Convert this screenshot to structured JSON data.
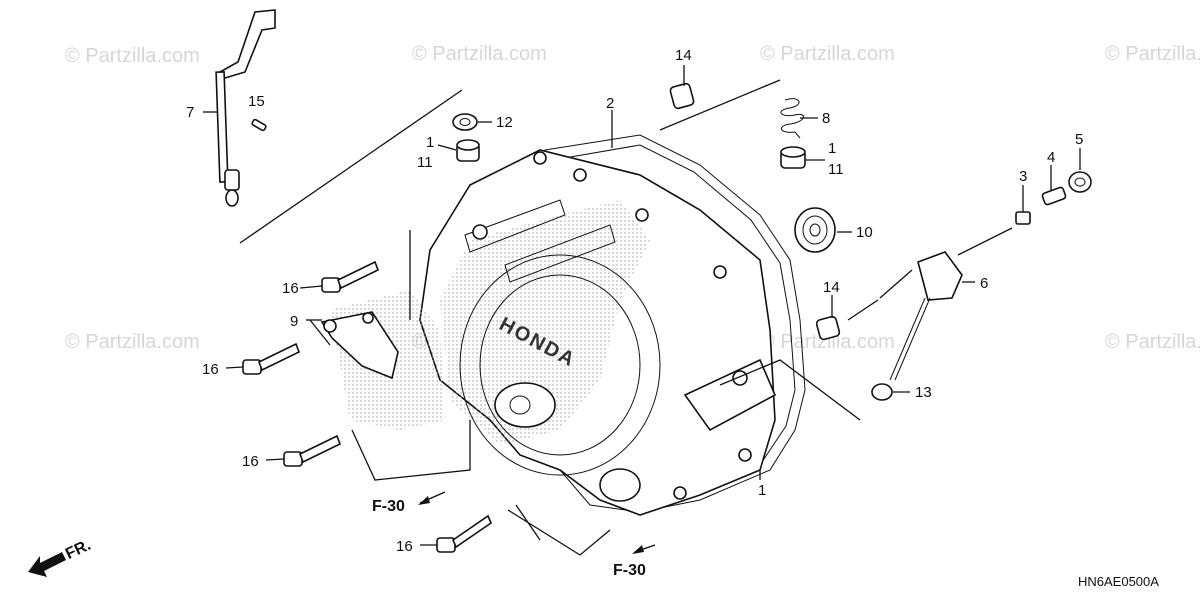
{
  "watermark": {
    "text": "© Partzilla.com"
  },
  "diagram_code": "HN6AE0500A",
  "brand_mark": "HONDA",
  "front_indicator": "FR.",
  "reference_labels": [
    "F-30",
    "F-30"
  ],
  "callouts": [
    "1",
    "1",
    "1",
    "2",
    "3",
    "4",
    "5",
    "6",
    "7",
    "8",
    "9",
    "10",
    "11",
    "11",
    "12",
    "13",
    "14",
    "14",
    "15",
    "16",
    "16",
    "16",
    "16"
  ]
}
